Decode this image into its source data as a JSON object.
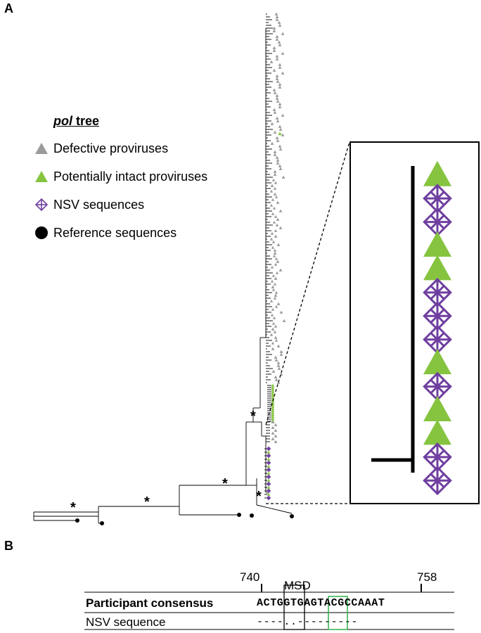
{
  "panels": {
    "a": "A",
    "b": "B"
  },
  "legend": {
    "title_italic": "pol",
    "title_rest": " tree",
    "items": [
      {
        "label": "Defective proviruses",
        "icon": "triangle-icon",
        "color": "#9b9b9b"
      },
      {
        "label": "Potentially intact proviruses",
        "icon": "triangle-icon",
        "color": "#86c440"
      },
      {
        "label": "NSV sequences",
        "icon": "diamond-icon",
        "color": "#6f3fa0"
      },
      {
        "label": "Reference sequences",
        "icon": "circle-icon",
        "color": "#000000"
      }
    ]
  },
  "tree": {
    "bootstrap_mark": "*"
  },
  "alignment": {
    "start_position": "740",
    "end_position": "758",
    "motif_label": "MSD",
    "rows": [
      {
        "label": "Participant consensus",
        "sequence": "ACTGGTGAGTACGCCAAAT"
      },
      {
        "label": "NSV sequence",
        "sequence": "----..---------"
      }
    ],
    "colors": {
      "msd_box": "#000000",
      "highlight_box": "#2fb34a"
    }
  }
}
